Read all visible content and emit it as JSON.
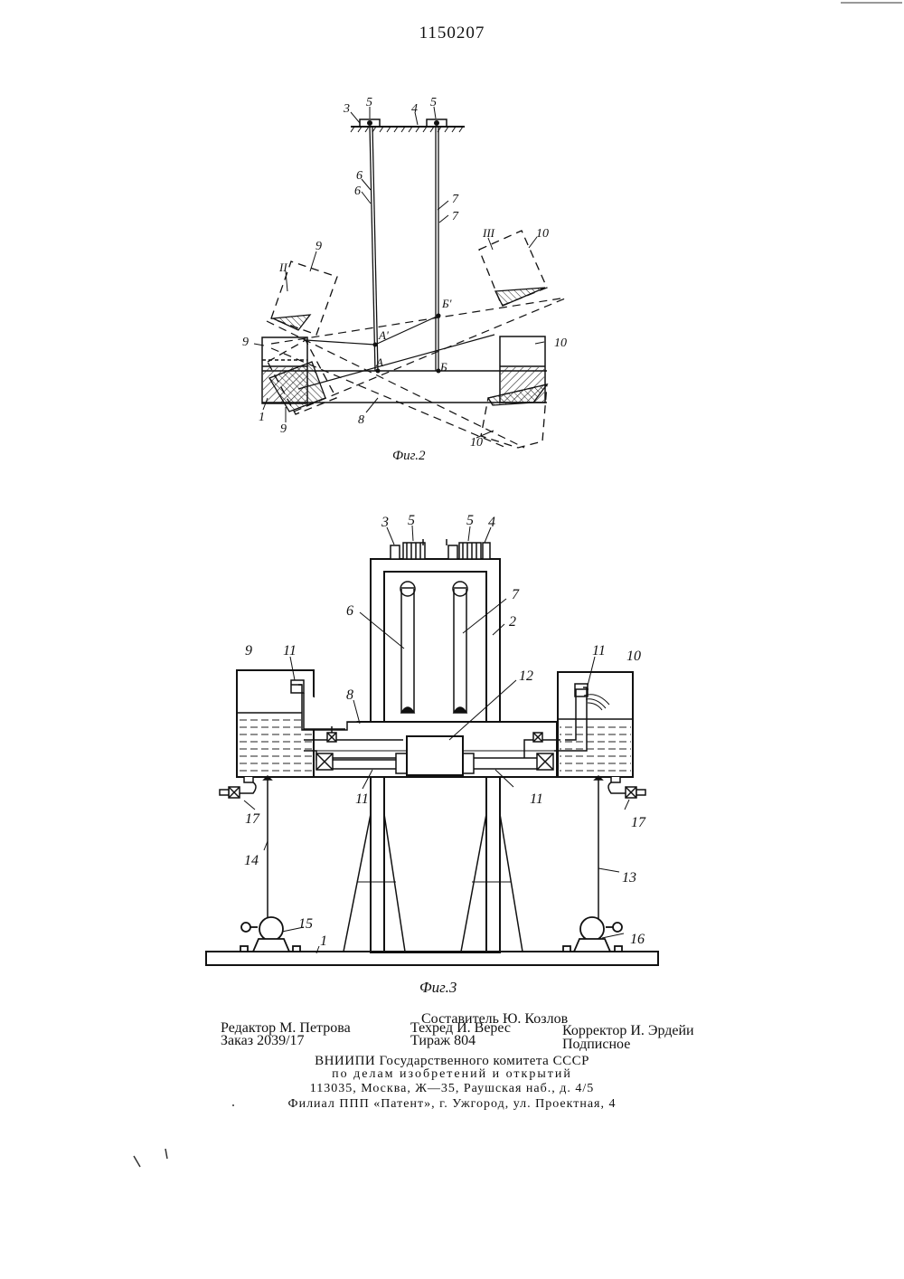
{
  "header": {
    "patent_number": "1150207"
  },
  "fig2": {
    "caption": "Фиг.2",
    "labels": {
      "n3": "3",
      "n4": "4",
      "n5": "5",
      "n6": "6",
      "n7": "7",
      "n8": "8",
      "n9": "9",
      "n10": "10",
      "n1": "1",
      "roman2": "II",
      "roman3": "III",
      "pA": "A",
      "pA1": "A'",
      "pB": "Б",
      "pB1": "Б'"
    }
  },
  "fig3": {
    "caption": "Фиг.3",
    "labels": {
      "n1": "1",
      "n2": "2",
      "n3": "3",
      "n4": "4",
      "n5": "5",
      "n6": "6",
      "n7": "7",
      "n8": "8",
      "n9": "9",
      "n10": "10",
      "n11": "11",
      "n12": "12",
      "n13": "13",
      "n14": "14",
      "n15": "15",
      "n16": "16",
      "n17": "17"
    }
  },
  "footer": {
    "composer": "Составитель Ю. Козлов",
    "editor": "Редактор М. Петрова",
    "techred": "Техред И. Верес",
    "corrector": "Корректор И. Эрдейи",
    "order": "Заказ 2039/17",
    "circulation": "Тираж 804",
    "subscription": "Подписное",
    "org_line1": "ВНИИПИ Государственного комитета СССР",
    "org_line2": "по делам изобретений и открытий",
    "org_line3": "113035, Москва, Ж—35, Раушская наб., д. 4/5",
    "org_line4": "Филиал ППП «Патент», г. Ужгород, ул. Проектная, 4"
  }
}
